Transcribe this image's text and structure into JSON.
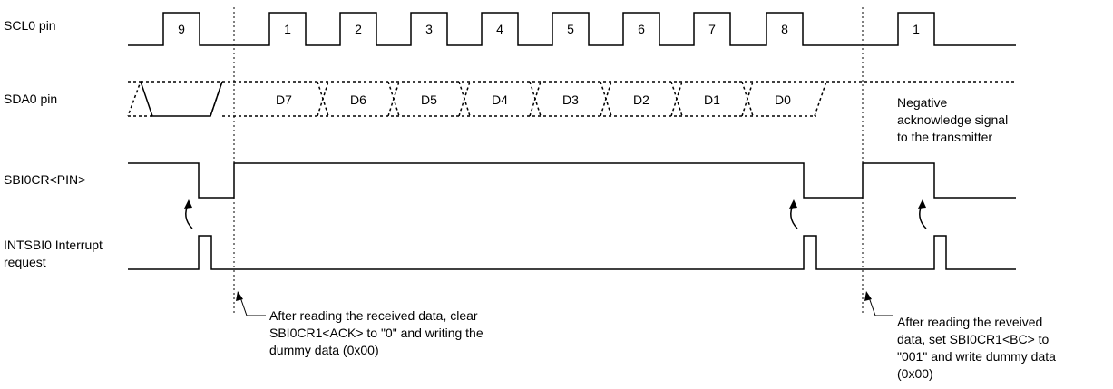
{
  "signals": {
    "scl_label": "SCL0 pin",
    "sda_label": "SDA0 pin",
    "pin_label": "SBI0CR<PIN>",
    "int_label_line1": "INTSBI0 Interrupt",
    "int_label_line2": "request"
  },
  "scl_clock_labels": [
    "9",
    "1",
    "2",
    "3",
    "4",
    "5",
    "6",
    "7",
    "8",
    "1"
  ],
  "sda_data_labels": [
    "D7",
    "D6",
    "D5",
    "D4",
    "D3",
    "D2",
    "D1",
    "D0"
  ],
  "annotations": {
    "nack_note": "Negative\nacknowledge signal\nto the transmitter",
    "note_left": "After reading the received data, clear\nSBI0CR1<ACK> to \"0\" and writing the\ndummy data (0x00)",
    "note_right": "After reading the reveived\ndata, set SBI0CR1<BC> to\n\"001\" and write dummy data\n(0x00)"
  },
  "colors": {
    "line": "#000000",
    "background": "#ffffff"
  }
}
